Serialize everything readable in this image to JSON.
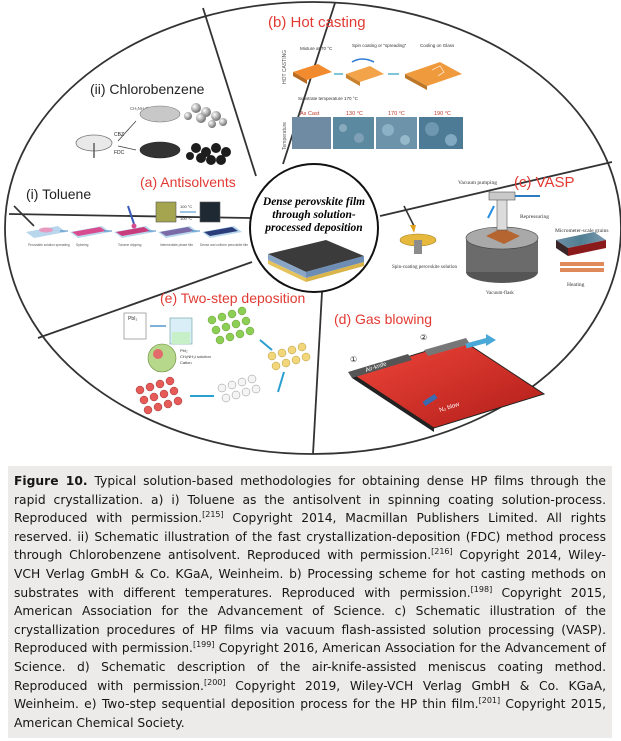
{
  "figure": {
    "center_text": [
      "Dense perovskite film",
      "through solution-",
      "processed deposition"
    ],
    "panels": {
      "hot_casting": {
        "label": "(b) Hot casting",
        "step1": "Mixture at 70 °C",
        "step2": "Spin coating or \"spreading\"",
        "step3": "Cooling on Glass",
        "substrate": "Substrate temperature 170 °C",
        "side_top": "HOT CASTING",
        "side_bottom": "Temperature",
        "temps": [
          "As Cast",
          "130 °C",
          "170 °C",
          "190 °C"
        ]
      },
      "chlorobenzene": {
        "label": "(ii) Chlorobenzene",
        "cbz": "CBZ",
        "fdc": "FDC",
        "reagent": "CH₃NH₃PbI₃ in DMF"
      },
      "toluene": {
        "label": "(i) Toluene",
        "steps": [
          "Perovskite solution spreading",
          "Spinning",
          "Toluene dripping",
          "Intermediate phase film",
          "Dense and uniform perovskite film"
        ],
        "temp1": "100 °C",
        "temp2": "100 °C"
      },
      "antisolvents": {
        "label": "(a) Antisolvents"
      },
      "vasp": {
        "label": "(c) VASP",
        "vacuum": "Vacuum pumping",
        "repressuring": "Repressuring",
        "grains": "Micrometer-scale grains",
        "spin": "Spin-coating perovskite solution",
        "flask": "Vacuum-flask",
        "heating": "Heating"
      },
      "two_step": {
        "label": "(e) Two-step deposition",
        "pbi2": "PbI₂",
        "legend": [
          "PbI₂",
          "CH₃NH₃I solution",
          "Cation"
        ]
      },
      "gas_blowing": {
        "label": "(d) Gas blowing",
        "airknife": "Air-knife",
        "n2": "N₂ blow",
        "num1": "①",
        "num2": "②"
      }
    }
  },
  "caption": {
    "figure_label": "Figure 10.",
    "segments": [
      {
        "t": " Typical solution-based methodologies for obtaining dense HP films through the rapid crystallization. a) i) Toluene as the antisolvent in spinning coating solution-process. Reproduced with permission."
      },
      {
        "sup": "[215]"
      },
      {
        "t": " Copyright 2014, Macmillan Publishers Limited. All rights reserved. ii) Schematic illustration of the fast crystallization-deposition (FDC) method process through Chlorobenzene antisolvent. Reproduced with permission."
      },
      {
        "sup": "[216]"
      },
      {
        "t": " Copyright 2014, Wiley-VCH Verlag GmbH & Co. KGaA, Weinheim. b) Processing scheme for hot casting methods on substrates with different temperatures. Reproduced with permission."
      },
      {
        "sup": "[198]"
      },
      {
        "t": " Copyright 2015, American Association for the Advancement of Science. c) Schematic illustration of the crystallization procedures of HP films via vacuum flash-assisted solution processing (VASP). Reproduced with permission."
      },
      {
        "sup": "[199]"
      },
      {
        "t": " Copyright 2016, American Association for the Advancement of Science. d) Schematic description of the air-knife-assisted meniscus coating method. Reproduced with permission."
      },
      {
        "sup": "[200]"
      },
      {
        "t": " Copyright 2019, Wiley-VCH Verlag GmbH & Co. KGaA, Weinheim. e) Two-step sequential deposition process for the HP thin film."
      },
      {
        "sup": "[201]"
      },
      {
        "t": " Copyright 2015, American Chemical Society."
      }
    ]
  },
  "colors": {
    "panel_label": "#e23a33",
    "ellipse_stroke": "#333333",
    "red_film": "#e0342c",
    "blue_film": "#2b4e8a"
  }
}
